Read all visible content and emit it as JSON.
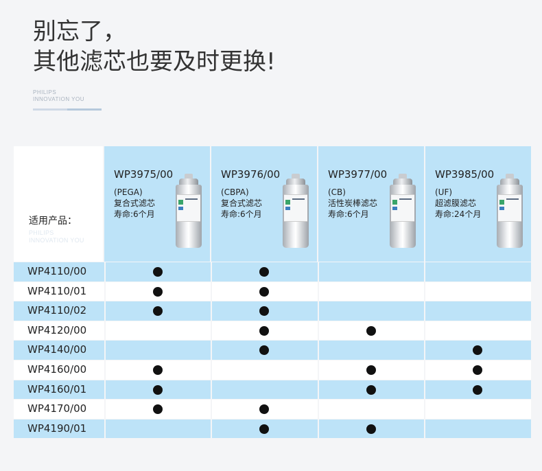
{
  "headline": [
    "别忘了，",
    "其他滤芯也要及时更换!"
  ],
  "brand": [
    "PHILIPS",
    "INNOVATION  YOU"
  ],
  "table": {
    "label": "适用产品：",
    "watermark": [
      "PHILIPS",
      "INNOVATION YOU"
    ],
    "columns": [
      {
        "model": "WP3975/00",
        "desc": [
          "(PEGA)",
          "复合式滤芯",
          "寿命:6个月"
        ]
      },
      {
        "model": "WP3976/00",
        "desc": [
          "(CBPA)",
          "复合式滤芯",
          "寿命:6个月"
        ]
      },
      {
        "model": "WP3977/00",
        "desc": [
          "(CB)",
          "活性炭棒滤芯",
          "寿命:6个月"
        ]
      },
      {
        "model": "WP3985/00",
        "desc": [
          "(UF)",
          "超滤膜滤芯",
          "寿命:24个月"
        ]
      }
    ],
    "rows": [
      {
        "model": "WP4110/00",
        "compat": [
          true,
          true,
          false,
          false
        ]
      },
      {
        "model": "WP4110/01",
        "compat": [
          true,
          true,
          false,
          false
        ]
      },
      {
        "model": "WP4110/02",
        "compat": [
          true,
          true,
          false,
          false
        ]
      },
      {
        "model": "WP4120/00",
        "compat": [
          false,
          true,
          true,
          false
        ]
      },
      {
        "model": "WP4140/00",
        "compat": [
          false,
          true,
          false,
          true
        ]
      },
      {
        "model": "WP4160/00",
        "compat": [
          true,
          false,
          true,
          true
        ]
      },
      {
        "model": "WP4160/01",
        "compat": [
          true,
          false,
          true,
          true
        ]
      },
      {
        "model": "WP4170/00",
        "compat": [
          true,
          true,
          false,
          false
        ]
      },
      {
        "model": "WP4190/01",
        "compat": [
          false,
          true,
          true,
          false
        ]
      }
    ]
  },
  "colors": {
    "accent_blue": "#bde3f8",
    "dot": "#111111"
  },
  "icons": {
    "filter": "filter-cartridge-icon",
    "dot": "compatible-dot-icon"
  }
}
